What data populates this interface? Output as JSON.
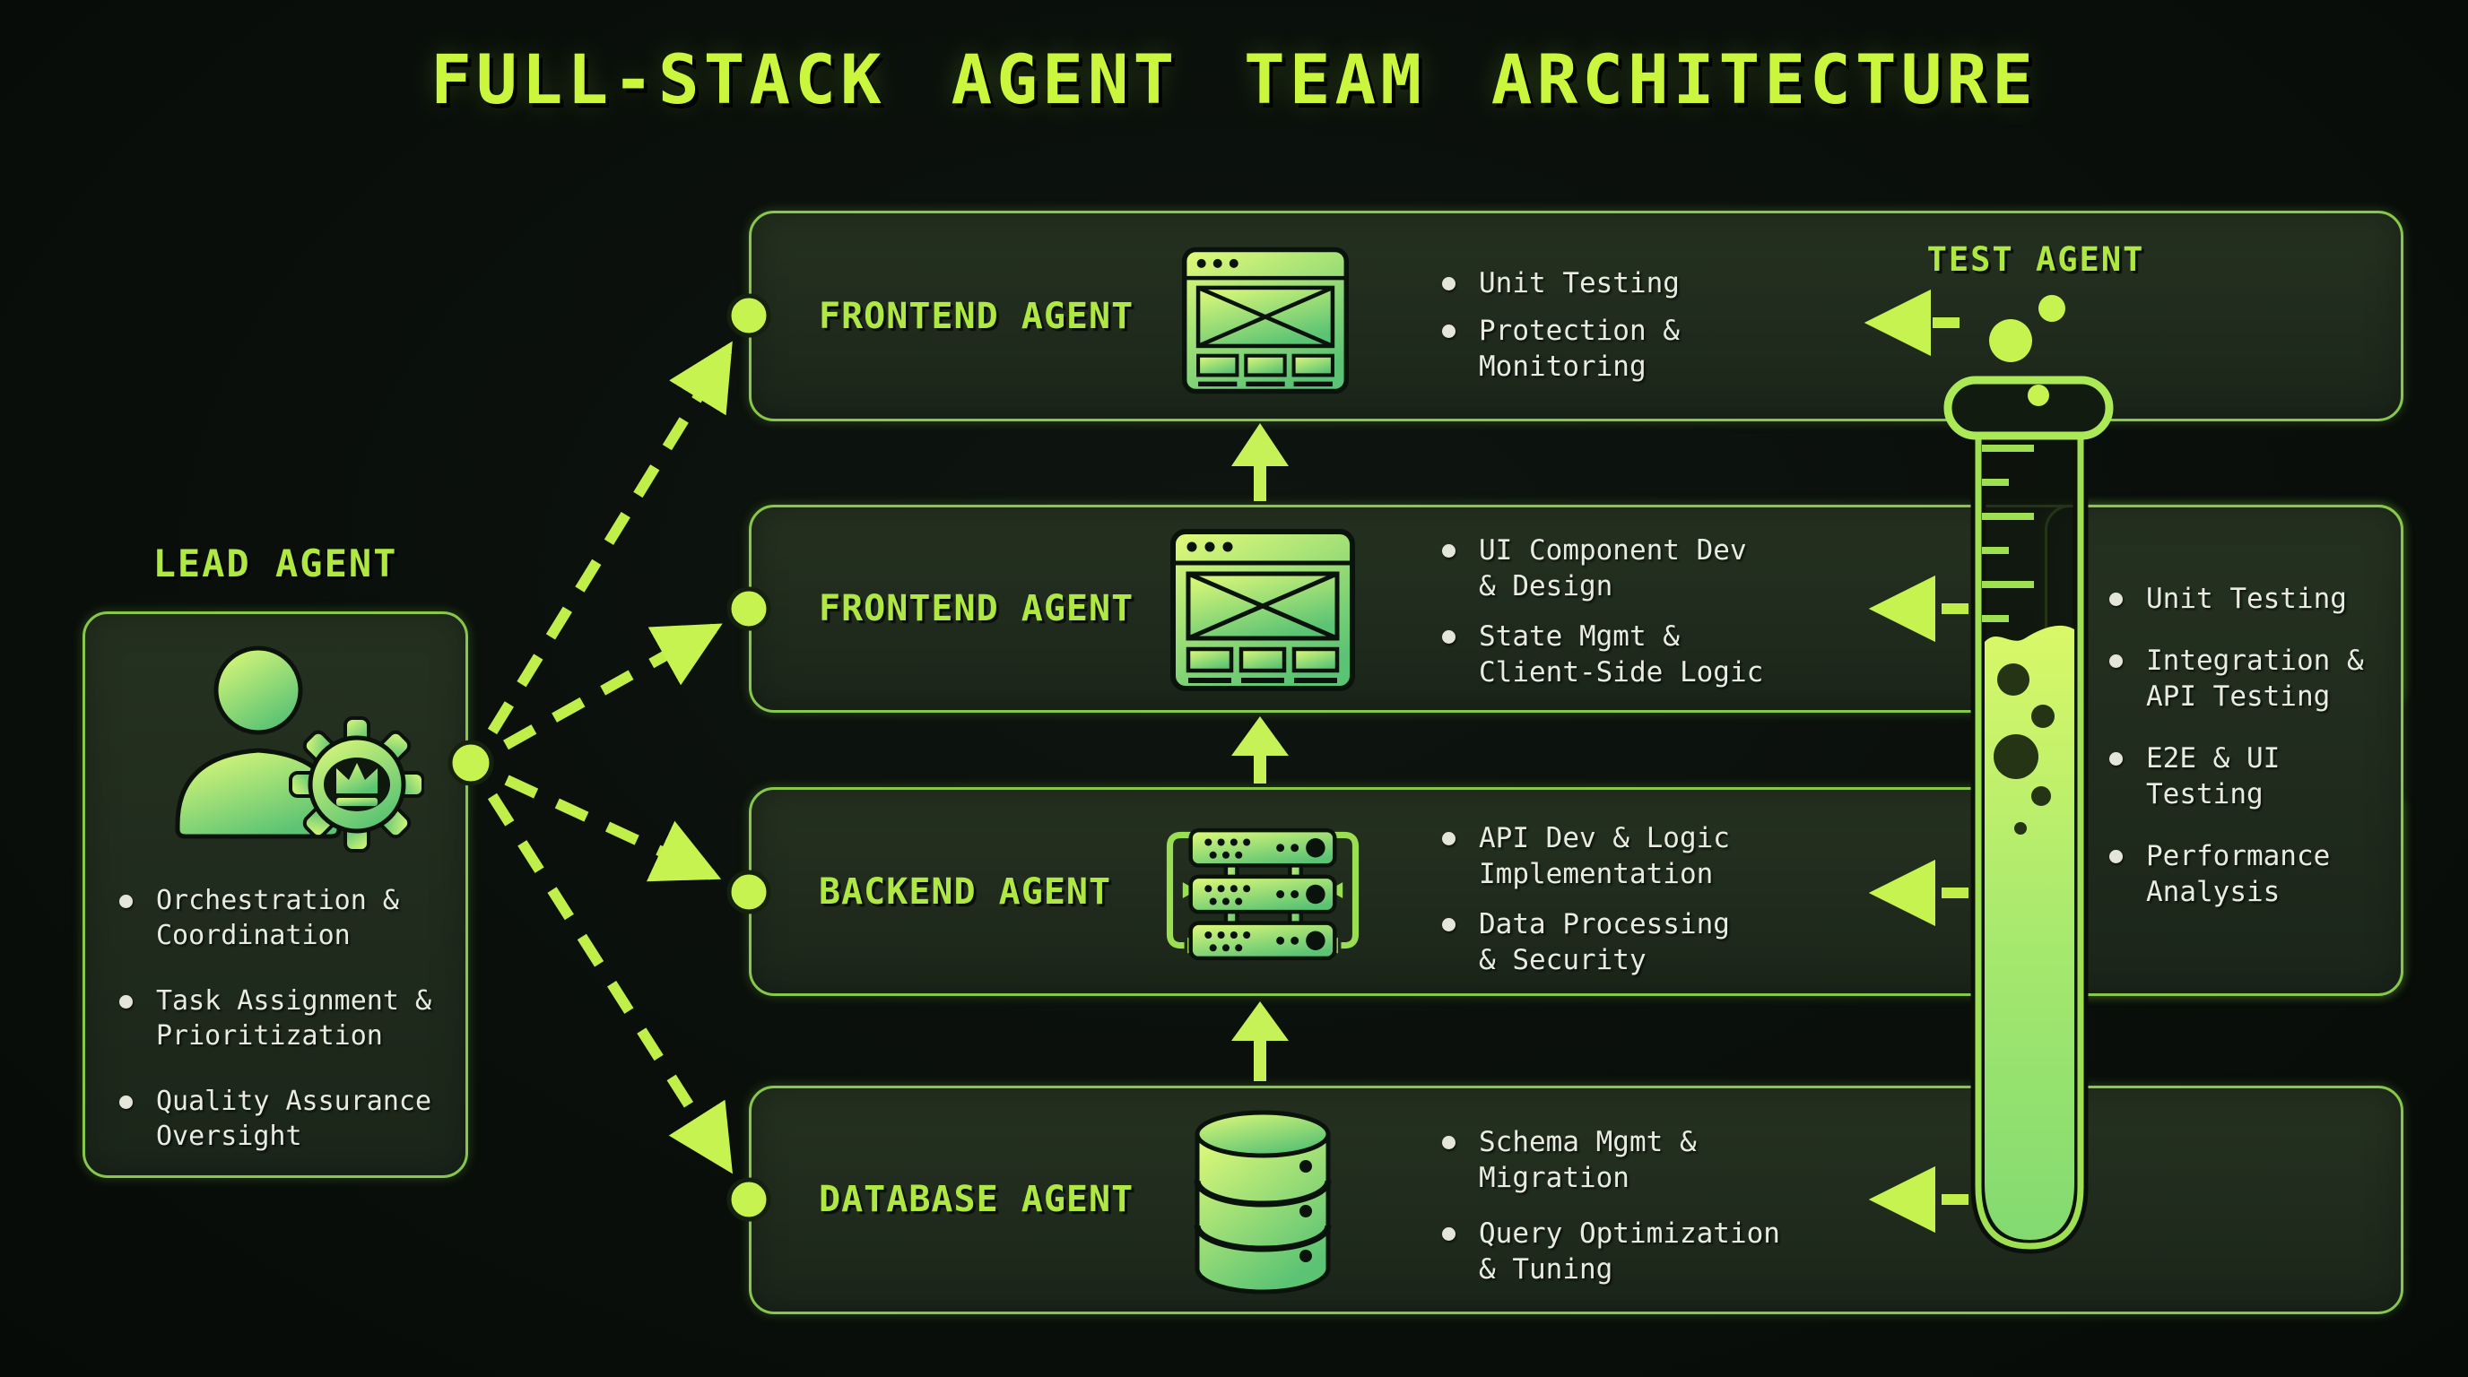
{
  "title": "FULL-STACK AGENT TEAM ARCHITECTURE",
  "lead_agent": {
    "label": "LEAD AGENT",
    "icon": "person-gear-crown-icon",
    "bullets": [
      [
        "Orchestration &",
        "Coordination"
      ],
      [
        "Task Assignment &",
        "Prioritization"
      ],
      [
        "Quality Assurance",
        "Oversight"
      ]
    ]
  },
  "rows": [
    {
      "label": "FRONTEND AGENT",
      "icon": "browser-window-icon",
      "bullets": [
        [
          "Unit Testing"
        ],
        [
          "Protection &",
          "Monitoring"
        ]
      ]
    },
    {
      "label": "FRONTEND AGENT",
      "icon": "browser-window-icon",
      "bullets": [
        [
          "UI Component Dev",
          "& Design"
        ],
        [
          "State Mgmt &",
          "Client-Side Logic"
        ]
      ]
    },
    {
      "label": "BACKEND AGENT",
      "icon": "server-stack-icon",
      "bullets": [
        [
          "API Dev & Logic",
          "Implementation"
        ],
        [
          "Data Processing",
          "& Security"
        ]
      ]
    },
    {
      "label": "DATABASE AGENT",
      "icon": "database-cylinder-icon",
      "bullets": [
        [
          "Schema Mgmt &",
          "Migration"
        ],
        [
          "Query Optimization",
          "& Tuning"
        ]
      ]
    }
  ],
  "test_agent": {
    "label": "TEST AGENT",
    "icon": "test-tube-icon",
    "bullets": [
      [
        "Unit Testing"
      ],
      [
        "Integration &",
        "API Testing"
      ],
      [
        "E2E & UI",
        "Testing"
      ],
      [
        "Performance",
        "Analysis"
      ]
    ]
  },
  "colors": {
    "background": "#0a0f0b",
    "panel_fill": "#202c1c",
    "panel_border": "#87c84b",
    "accent": "#c6f350",
    "label_green": "#b0e843",
    "title_green": "#cbf63e",
    "text": "#e8ebe0",
    "icon_gradient_start": "#e3fb79",
    "icon_gradient_end": "#5bc374"
  }
}
